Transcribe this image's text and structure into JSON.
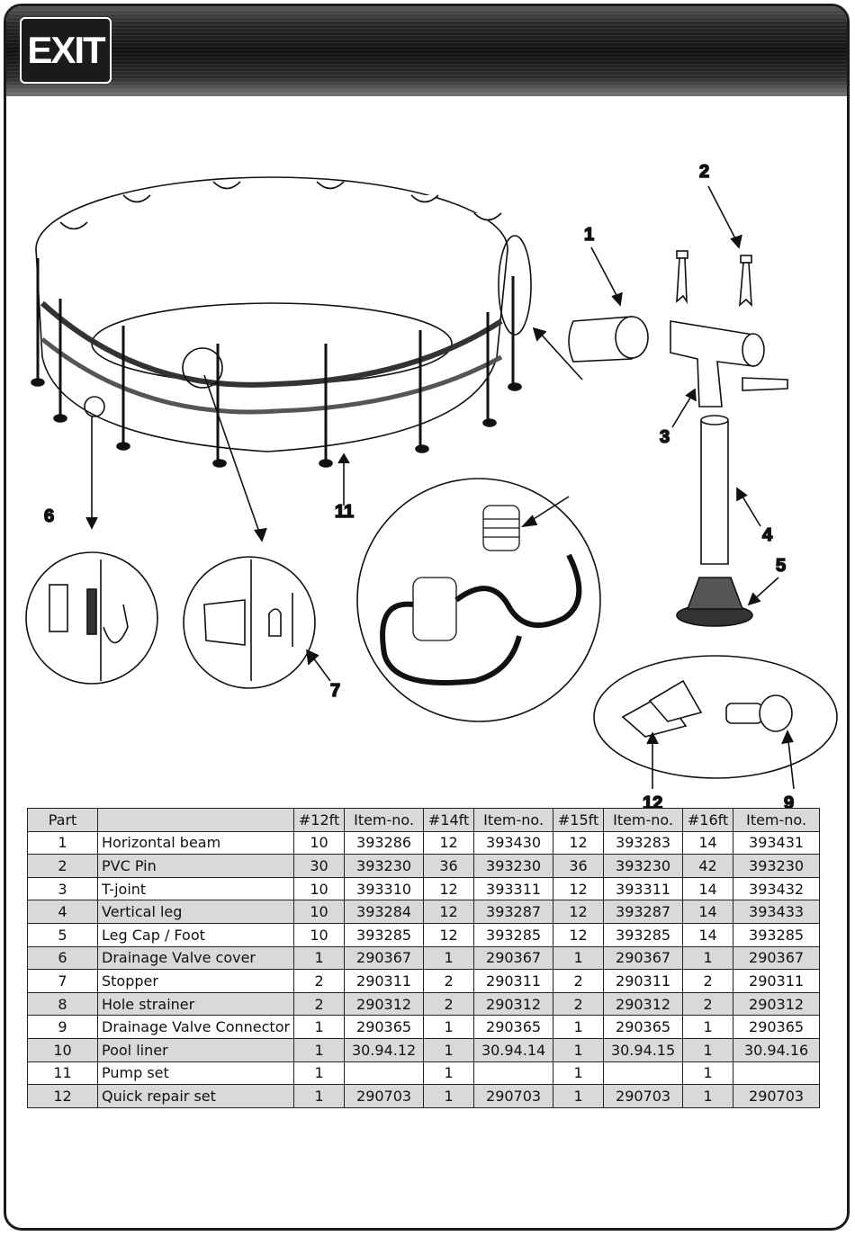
{
  "header": {
    "logo_text": "EXIT"
  },
  "callouts": [
    "1",
    "2",
    "3",
    "4",
    "5",
    "6",
    "7",
    "9",
    "11",
    "12"
  ],
  "table": {
    "headers": [
      "Part",
      "",
      "#12ft",
      "Item-no.",
      "#14ft",
      "Item-no.",
      "#15ft",
      "Item-no.",
      "#16ft",
      "Item-no."
    ],
    "rows": [
      [
        "1",
        "Horizontal beam",
        "10",
        "393286",
        "12",
        "393430",
        "12",
        "393283",
        "14",
        "393431"
      ],
      [
        "2",
        "PVC Pin",
        "30",
        "393230",
        "36",
        "393230",
        "36",
        "393230",
        "42",
        "393230"
      ],
      [
        "3",
        "T-joint",
        "10",
        "393310",
        "12",
        "393311",
        "12",
        "393311",
        "14",
        "393432"
      ],
      [
        "4",
        "Vertical leg",
        "10",
        "393284",
        "12",
        "393287",
        "12",
        "393287",
        "14",
        "393433"
      ],
      [
        "5",
        "Leg Cap / Foot",
        "10",
        "393285",
        "12",
        "393285",
        "12",
        "393285",
        "14",
        "393285"
      ],
      [
        "6",
        "Drainage Valve cover",
        "1",
        "290367",
        "1",
        "290367",
        "1",
        "290367",
        "1",
        "290367"
      ],
      [
        "7",
        "Stopper",
        "2",
        "290311",
        "2",
        "290311",
        "2",
        "290311",
        "2",
        "290311"
      ],
      [
        "8",
        "Hole strainer",
        "2",
        "290312",
        "2",
        "290312",
        "2",
        "290312",
        "2",
        "290312"
      ],
      [
        "9",
        "Drainage Valve Connector",
        "1",
        "290365",
        "1",
        "290365",
        "1",
        "290365",
        "1",
        "290365"
      ],
      [
        "10",
        "Pool liner",
        "1",
        "30.94.12",
        "1",
        "30.94.14",
        "1",
        "30.94.15",
        "1",
        "30.94.16"
      ],
      [
        "11",
        "Pump set",
        "1",
        "",
        "1",
        "",
        "1",
        "",
        "1",
        ""
      ],
      [
        "12",
        "Quick repair set",
        "1",
        "290703",
        "1",
        "290703",
        "1",
        "290703",
        "1",
        "290703"
      ]
    ]
  }
}
